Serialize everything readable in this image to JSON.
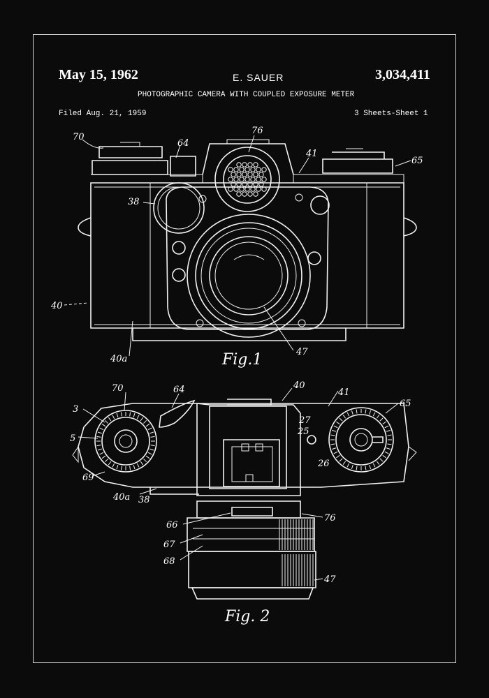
{
  "header": {
    "date": "May 15, 1962",
    "inventor": "E. SAUER",
    "patent_number": "3,034,411",
    "title": "PHOTOGRAPHIC CAMERA WITH COUPLED EXPOSURE METER",
    "filed": "Filed Aug. 21, 1959",
    "sheets": "3 Sheets-Sheet 1"
  },
  "figure1": {
    "caption": "Fig.1",
    "refs": {
      "r70": "70",
      "r64": "64",
      "r76": "76",
      "r41": "41",
      "r65": "65",
      "r38": "38",
      "r40": "40",
      "r40a": "40a",
      "r47": "47"
    }
  },
  "figure2": {
    "caption": "Fig. 2",
    "refs": {
      "r70": "70",
      "r64": "64",
      "r40": "40",
      "r41": "41",
      "r65": "65",
      "r3": "3",
      "r5": "5",
      "r69": "69",
      "r40a": "40a",
      "r38": "38",
      "r27": "27",
      "r25": "25",
      "r26": "26",
      "r66": "66",
      "r76": "76",
      "r67": "67",
      "r68": "68",
      "r47": "47"
    }
  }
}
